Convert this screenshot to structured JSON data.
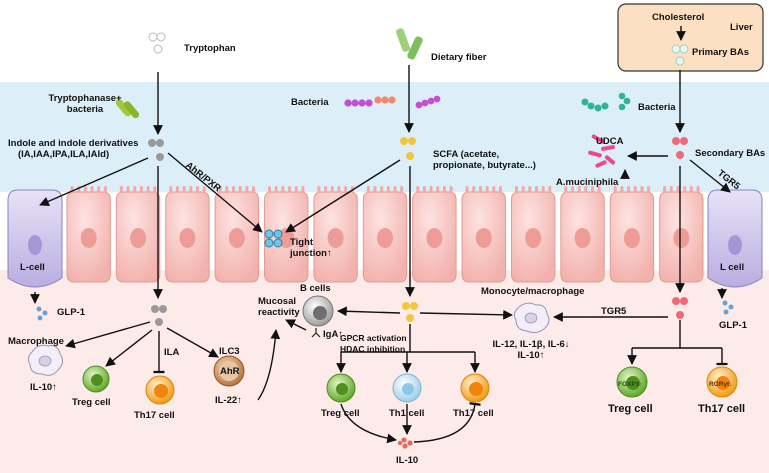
{
  "labels": {
    "tryptophan": "Tryptophan",
    "dietary_fiber": "Dietary fiber",
    "cholesterol": "Cholesterol",
    "liver": "Liver",
    "primary_bas": "Primary BAs",
    "tryptophanase_bacteria_1": "Tryptophanase+",
    "tryptophanase_bacteria_2": "bacteria",
    "bacteria_center": "Bacteria",
    "bacteria_right": "Bacteria",
    "indole_1": "Indole and indole derivatives",
    "indole_2": "(IA,IAA,IPA,ILA,IAld)",
    "ahr_pxr": "AhR/PXR",
    "scfa_1": "SCFA (acetate,",
    "scfa_2": "propionate, butyrate...)",
    "udca": "UDCA",
    "secondary_bas": "Secondary BAs",
    "a_muciniphila": "A.muciniphila",
    "up_arrow": "↑",
    "tgr5_top": "TGR5",
    "tight_junction_1": "Tight",
    "tight_junction_2": "junction↑",
    "l_cell_left": "L-cell",
    "l_cell_right": "L cell",
    "glp1_left": "GLP-1",
    "glp1_right": "GLP-1",
    "macrophage": "Macrophage",
    "il10_up_left": "IL-10↑",
    "treg_left": "Treg cell",
    "ila": "ILA",
    "th17_left": "Th17 cell",
    "ilc3": "ILC3",
    "ahr": "AhR",
    "il22": "IL-22↑",
    "mucosal_1": "Mucosal",
    "mucosal_2": "reactivity",
    "b_cells": "B cells",
    "iga": "IgA↑",
    "gpcr": "GPCR activation",
    "hdac": "HDAC inhibition",
    "treg_center": "Treg cell",
    "th1_center": "Th1 cell",
    "th17_center": "Th17 cell",
    "il10_bottom": "IL-10",
    "monocyte": "Monocyte/macrophage",
    "tgr5_mid": "TGR5",
    "cytokines_1": "IL-12, IL-1β, IL-6↓",
    "cytokines_2": "IL-10↑",
    "foxp3": "FOXP3↑",
    "roryt": "RORγt↓",
    "treg_right": "Treg cell",
    "th17_right": "Th17 cell"
  },
  "colors": {
    "lumen": "#dceef7",
    "tissue": "#fbe7e4",
    "epithelium": "#f7c6c3",
    "liver_bg": "#fde0c2",
    "treg": "#7bbf3a",
    "th17": "#f5a623",
    "th1": "#a9d8ef",
    "ahr_cell": "#c98a55"
  }
}
